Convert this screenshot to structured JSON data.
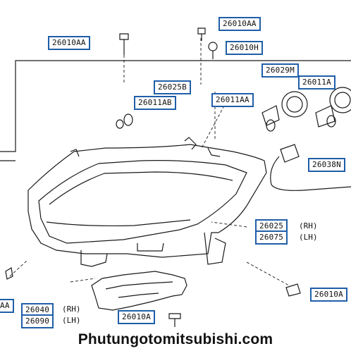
{
  "labels": {
    "l1": "26010AA",
    "l2": "26010AA",
    "l3": "26010H",
    "l4": "26029M",
    "l5": "26025B",
    "l6": "26011A",
    "l7": "26011AB",
    "l8": "26011AA",
    "l9": "26038N",
    "l10": "26025",
    "l11": "26075",
    "l12": "AA",
    "l13": "26040",
    "l14": "26090",
    "l15": "26010A",
    "l16": "26010A"
  },
  "sides": {
    "rh": "(RH)",
    "lh": "(LH)"
  },
  "footer": "Phutungotomitsubishi.com",
  "colors": {
    "label_box": "#1f5ea8",
    "line": "#1a1a1a"
  }
}
